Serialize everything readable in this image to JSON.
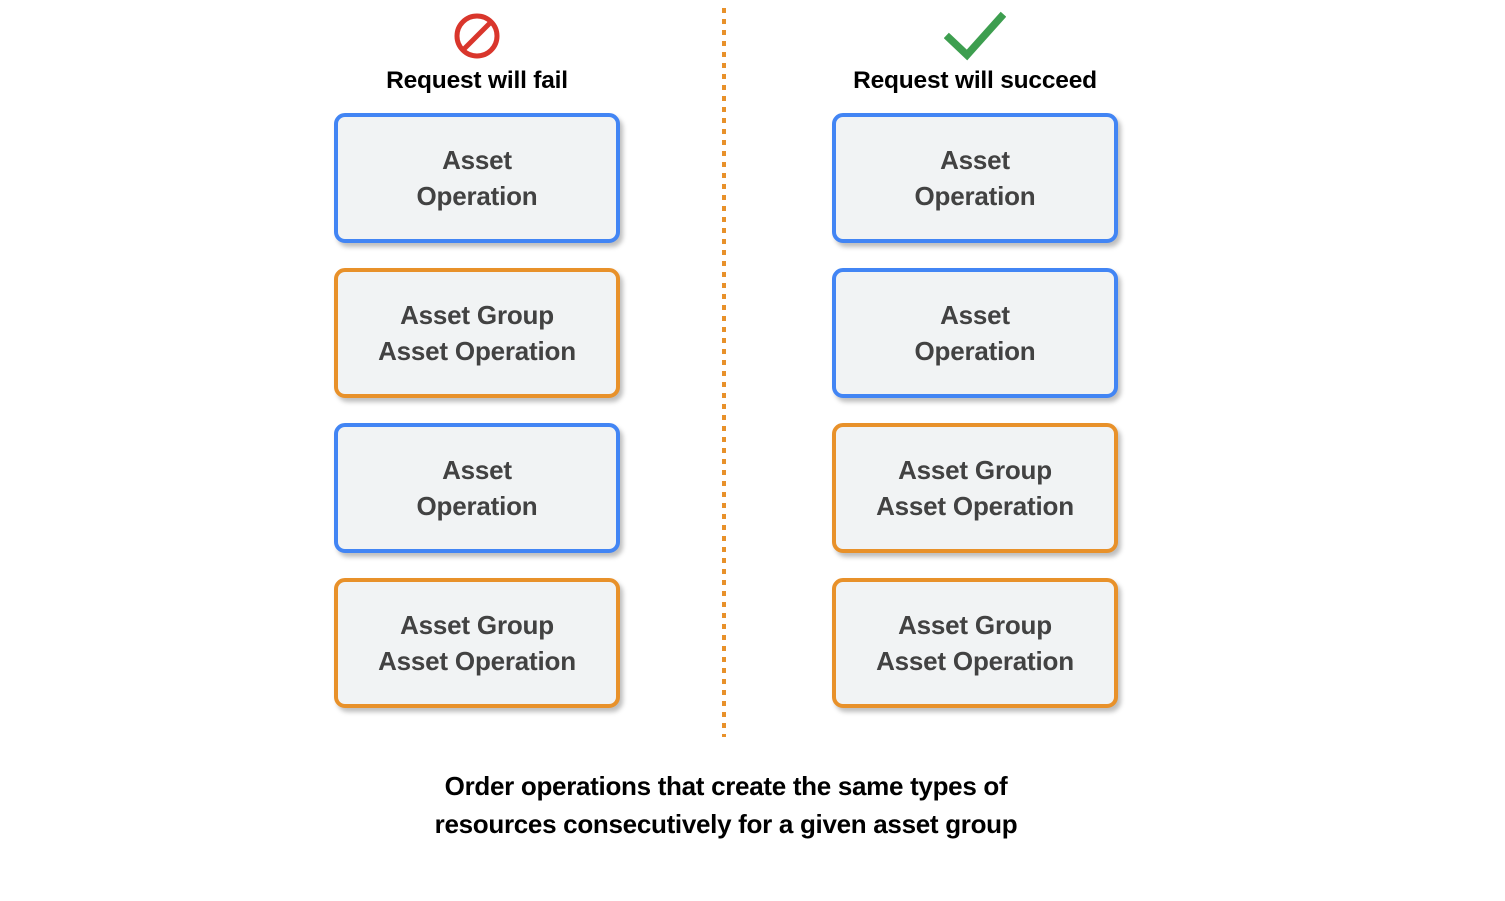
{
  "columns": [
    {
      "id": "fail",
      "icon": "prohibition-icon",
      "icon_color": "#d9362c",
      "label": "Request will fail",
      "cards": [
        {
          "text": "Asset\nOperation",
          "accent": "blue",
          "accent_color": "#4285f4"
        },
        {
          "text": "Asset Group\nAsset Operation",
          "accent": "orange",
          "accent_color": "#e8912a"
        },
        {
          "text": "Asset\nOperation",
          "accent": "blue",
          "accent_color": "#4285f4"
        },
        {
          "text": "Asset Group\nAsset Operation",
          "accent": "orange",
          "accent_color": "#e8912a"
        }
      ]
    },
    {
      "id": "succeed",
      "icon": "checkmark-icon",
      "icon_color": "#3d9e4f",
      "label": "Request will succeed",
      "cards": [
        {
          "text": "Asset\nOperation",
          "accent": "blue",
          "accent_color": "#4285f4"
        },
        {
          "text": "Asset\nOperation",
          "accent": "blue",
          "accent_color": "#4285f4"
        },
        {
          "text": "Asset Group\nAsset Operation",
          "accent": "orange",
          "accent_color": "#e8912a"
        },
        {
          "text": "Asset Group\nAsset Operation",
          "accent": "orange",
          "accent_color": "#e8912a"
        }
      ]
    }
  ],
  "divider": {
    "name": "dotted-divider",
    "color": "#e8912a",
    "style": "dotted-vertical"
  },
  "caption": "Order operations that create the same types of\nresources consecutively for a given asset group",
  "card_fill_color": "#f1f3f4",
  "card_text_color": "#424242"
}
